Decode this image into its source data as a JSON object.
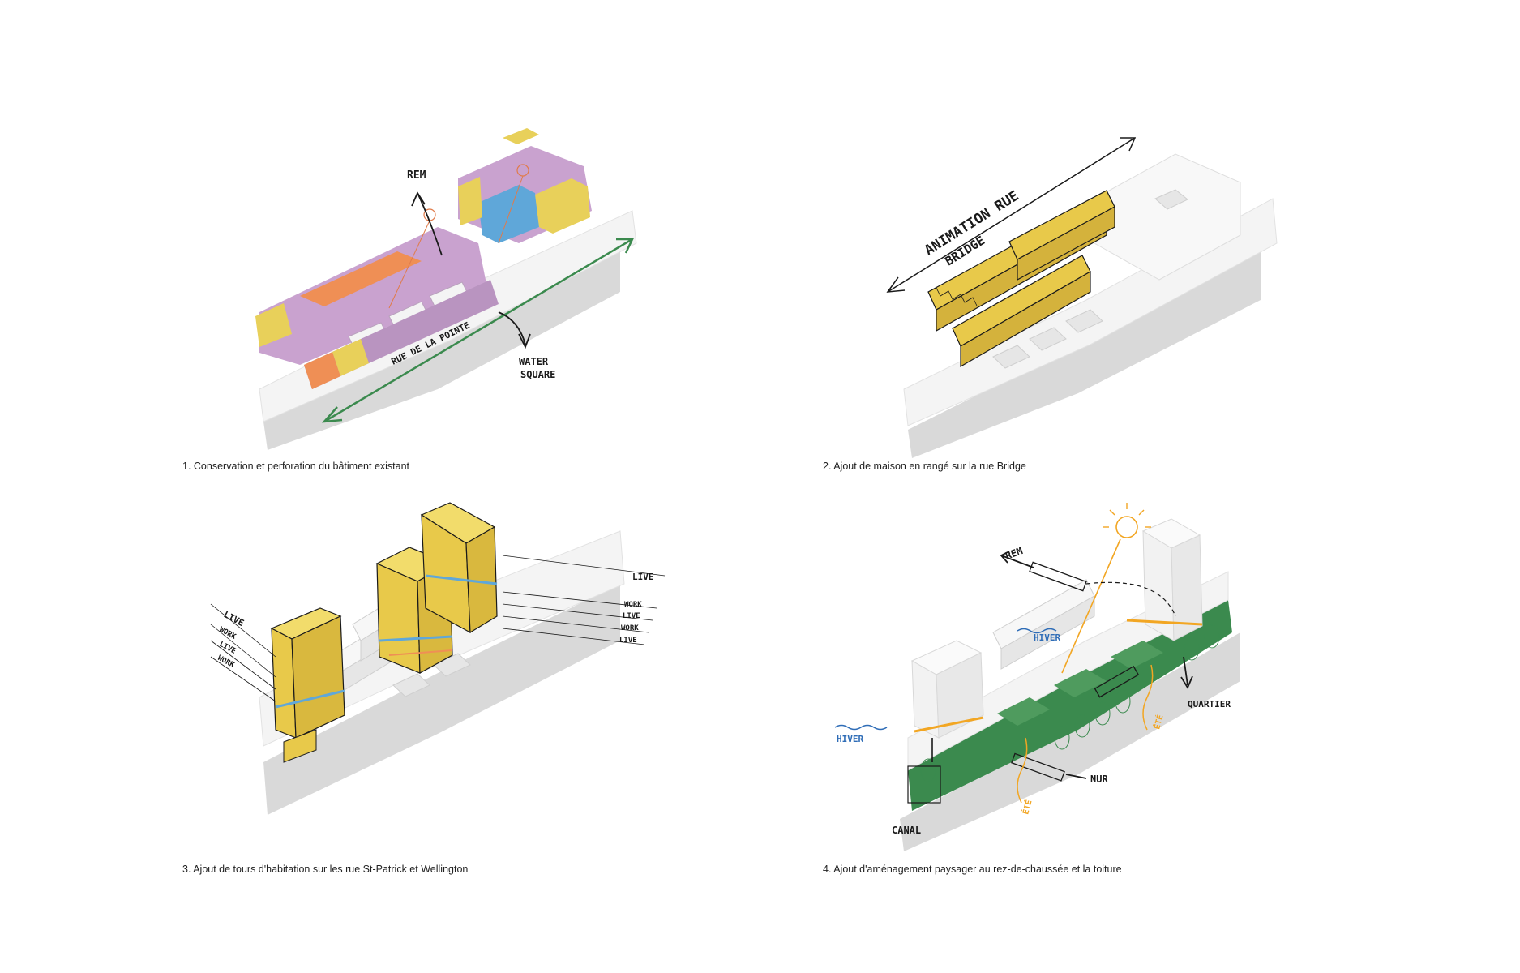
{
  "colors": {
    "purple": "#c9a2cf",
    "orange": "#ef8f55",
    "yellow": "#e8d05a",
    "blue": "#5fa7d9",
    "green": "#3b8a4e",
    "white_mass": "#f4f4f4",
    "shadow": "#d9d9d9",
    "ink": "#1a1a1a",
    "winter_blue": "#2f6db7",
    "summer_orange": "#f2a623"
  },
  "panels": [
    {
      "caption": "1. Conservation et perforation du bâtiment existant",
      "labels": {
        "rem": "REM",
        "water": "WATER",
        "square": "SQUARE",
        "street": "RUE DE LA POINTE"
      }
    },
    {
      "caption": "2. Ajout de maison en rangé sur la rue Bridge",
      "labels": {
        "animation": "ANIMATION RUE",
        "bridge": "BRIDGE"
      }
    },
    {
      "caption": "3. Ajout de tours d'habitation sur les rue St-Patrick et Wellington",
      "labels": {
        "left": [
          "LIVE",
          "WORK",
          "LIVE",
          "WORK"
        ],
        "right": [
          "LIVE",
          "WORK",
          "LIVE",
          "WORK",
          "LIVE"
        ]
      }
    },
    {
      "caption": "4. Ajout d'aménagement paysager au rez-de-chaussée et la toiture",
      "labels": {
        "rem": "REM",
        "hiver_top": "HIVER",
        "hiver_left": "HIVER",
        "quartier": "QUARTIER",
        "nur": "NUR",
        "canal": "CANAL",
        "ete_left": "ÉTÉ",
        "ete_right": "ÉTÉ"
      }
    }
  ]
}
